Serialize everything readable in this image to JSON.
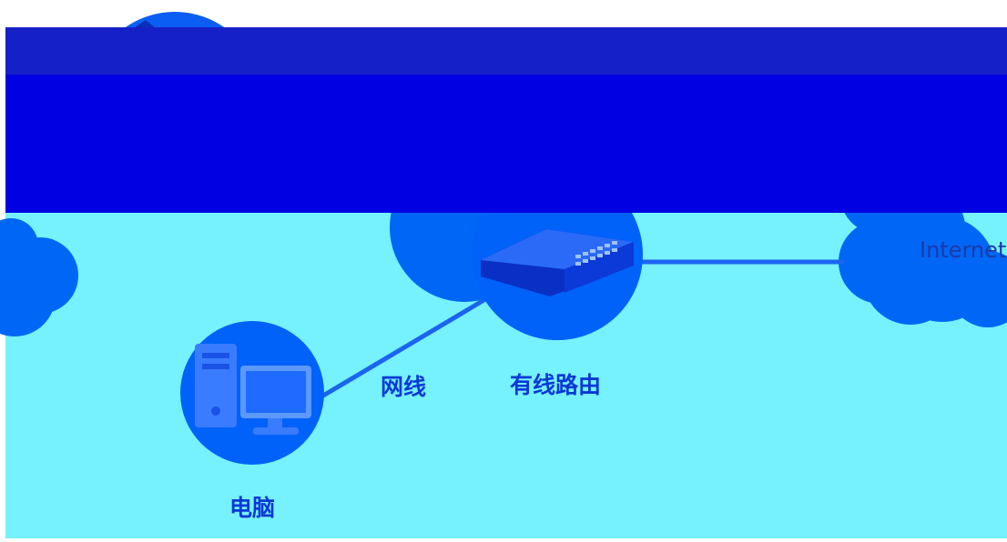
{
  "colors": {
    "background": "#76f1fe",
    "top_band": "#1620c7",
    "mid_band": "#0000e2",
    "node": "#0062f8",
    "cloud": "#0066f5",
    "cable": "#1b64f0",
    "label": "#0a38d6"
  },
  "nodes": {
    "computer": {
      "label": "电脑",
      "icon": "desktop-computer-icon"
    },
    "router": {
      "label": "有线路由",
      "icon": "network-switch-icon"
    },
    "modem": {
      "icon": "modem-icon"
    },
    "internet": {
      "label": "Internet",
      "icon": "cloud-icon"
    }
  },
  "links": {
    "cable_label": "网线"
  }
}
